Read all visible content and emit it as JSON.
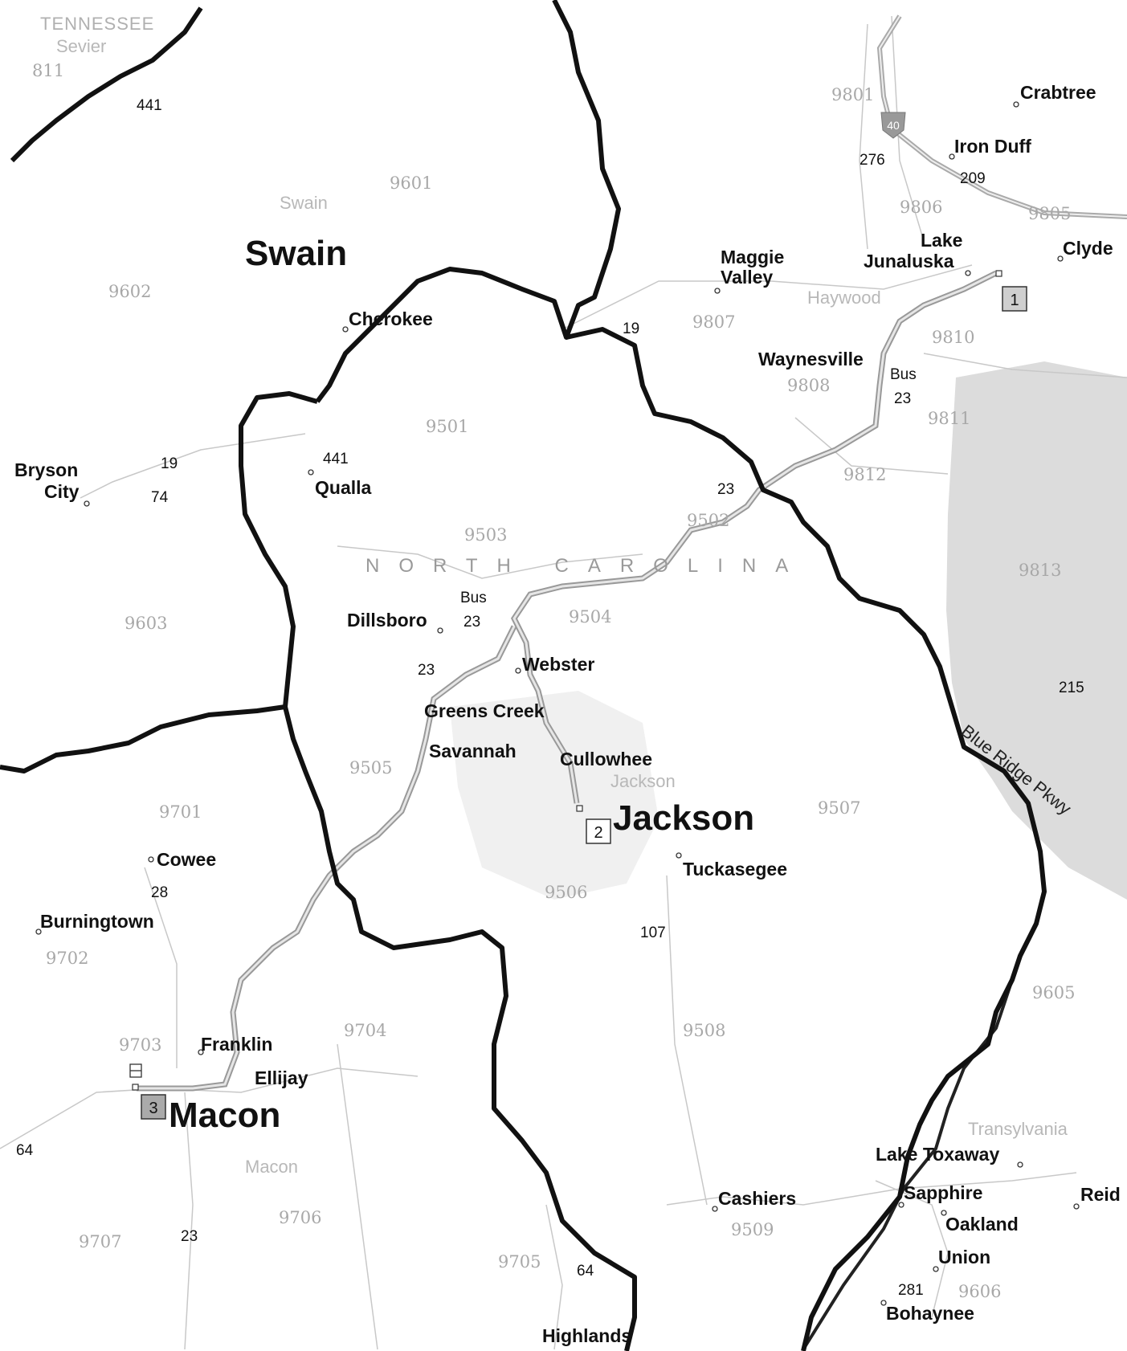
{
  "map": {
    "state_labels": {
      "tennessee": "TENNESSEE",
      "north_carolina": "NORTH CAROLINA"
    },
    "county_labels_large": {
      "swain": "Swain",
      "jackson": "Jackson",
      "macon": "Macon"
    },
    "county_labels_small": {
      "sevier": "Sevier",
      "swain": "Swain",
      "haywood": "Haywood",
      "jackson": "Jackson",
      "transylvania": "Transylvania",
      "macon": "Macon"
    },
    "towns": {
      "crabtree": "Crabtree",
      "iron_duff": "Iron Duff",
      "lake": "Lake",
      "junaluska": "Junaluska",
      "clyde": "Clyde",
      "maggie": "Maggie",
      "valley": "Valley",
      "waynesville": "Waynesville",
      "cherokee": "Cherokee",
      "bryson": "Bryson",
      "city": "City",
      "qualla": "Qualla",
      "dillsboro": "Dillsboro",
      "webster": "Webster",
      "greens_creek": "Greens Creek",
      "savannah": "Savannah",
      "cullowhee": "Cullowhee",
      "tuckasegee": "Tuckasegee",
      "cowee": "Cowee",
      "burningtown": "Burningtown",
      "franklin": "Franklin",
      "ellijay": "Ellijay",
      "lake_toxaway": "Lake Toxaway",
      "cashiers": "Cashiers",
      "sapphire": "Sapphire",
      "reid": "Reid",
      "oakland": "Oakland",
      "union": "Union",
      "bohaynee": "Bohaynee",
      "highlands": "Highlands"
    },
    "tracts": {
      "t811": "811",
      "t9601": "9601",
      "t9602": "9602",
      "t9603": "9603",
      "t9801": "9801",
      "t9806": "9806",
      "t9805": "9805",
      "t9807": "9807",
      "t9810": "9810",
      "t9808": "9808",
      "t9811": "9811",
      "t9812": "9812",
      "t9813": "9813",
      "t9501": "9501",
      "t9503": "9503",
      "t9502": "9502",
      "t9504": "9504",
      "t9505": "9505",
      "t9506": "9506",
      "t9507": "9507",
      "t9508": "9508",
      "t9509": "9509",
      "t9605": "9605",
      "t9606": "9606",
      "t9701": "9701",
      "t9702": "9702",
      "t9703": "9703",
      "t9704": "9704",
      "t9705": "9705",
      "t9706": "9706",
      "t9707": "9707"
    },
    "routes": {
      "r441_top": "441",
      "r276": "276",
      "r209": "209",
      "r19_top": "19",
      "bus_top": "Bus",
      "r23_top": "23",
      "r23_mid": "23",
      "r441_mid": "441",
      "r19_left": "19",
      "r74": "74",
      "bus_mid": "Bus",
      "r23_dills": "23",
      "r23_webster": "23",
      "r215": "215",
      "r28": "28",
      "r107": "107",
      "r64_left": "64",
      "r23_bottom": "23",
      "r64_bottom": "64",
      "r281": "281"
    },
    "interstate_shield": "40",
    "parkway_label": "Blue Ridge Pkwy",
    "markers": {
      "m1": "1",
      "m2": "2",
      "m3": "3"
    }
  }
}
